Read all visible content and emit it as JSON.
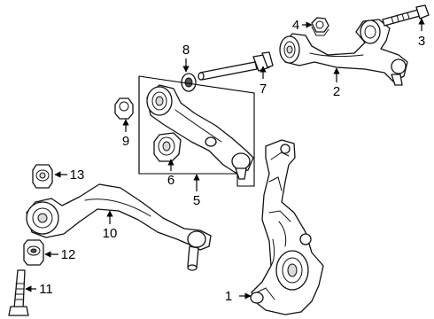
{
  "callouts": [
    {
      "id": "1",
      "label": "1"
    },
    {
      "id": "2",
      "label": "2"
    },
    {
      "id": "3",
      "label": "3"
    },
    {
      "id": "4",
      "label": "4"
    },
    {
      "id": "5",
      "label": "5"
    },
    {
      "id": "6",
      "label": "6"
    },
    {
      "id": "7",
      "label": "7"
    },
    {
      "id": "8",
      "label": "8"
    },
    {
      "id": "9",
      "label": "9"
    },
    {
      "id": "10",
      "label": "10"
    },
    {
      "id": "11",
      "label": "11"
    },
    {
      "id": "12",
      "label": "12"
    },
    {
      "id": "13",
      "label": "13"
    }
  ],
  "colors": {
    "line": "#111111",
    "background": "#ffffff",
    "shade": "#d9d9d9"
  }
}
